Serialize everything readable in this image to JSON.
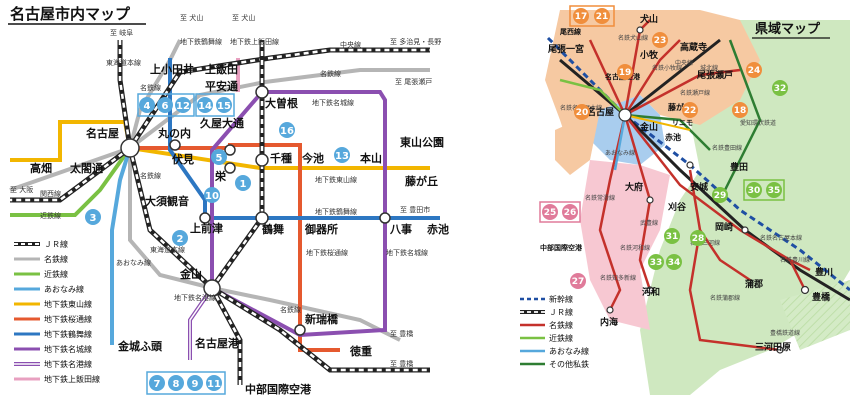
{
  "left_map": {
    "title": "名古屋市内マップ",
    "legend": [
      {
        "label": "ＪＲ線",
        "color": "#222222",
        "style": "rail"
      },
      {
        "label": "名鉄線",
        "color": "#b5b5b5",
        "style": "solid"
      },
      {
        "label": "近鉄線",
        "color": "#7ac143",
        "style": "solid"
      },
      {
        "label": "あおなみ線",
        "color": "#56a8dc",
        "style": "solid"
      },
      {
        "label": "地下鉄東山線",
        "color": "#f2b600",
        "style": "solid"
      },
      {
        "label": "地下鉄桜通線",
        "color": "#e5592f",
        "style": "solid"
      },
      {
        "label": "地下鉄鶴舞線",
        "color": "#2d77c2",
        "style": "solid"
      },
      {
        "label": "地下鉄名城線",
        "color": "#8b4fb0",
        "style": "solid"
      },
      {
        "label": "地下鉄名港線",
        "color": "#8b4fb0",
        "style": "double"
      },
      {
        "label": "地下鉄上飯田線",
        "color": "#e8a0c0",
        "style": "solid"
      }
    ],
    "stations": [
      "名古屋",
      "高畑",
      "太閤通",
      "伏見",
      "丸の内",
      "久屋大通",
      "栄",
      "上小田井",
      "上飯田",
      "平安通",
      "大曽根",
      "千種",
      "今池",
      "本山",
      "東山公園",
      "藤が丘",
      "大須観音",
      "上前津",
      "鶴舞",
      "御器所",
      "八事",
      "赤池",
      "金山",
      "新瑞橋",
      "徳重",
      "名古屋港",
      "金城ふ頭",
      "中部国際空港"
    ],
    "line_labels": [
      "名鉄線",
      "東海道本線",
      "中央線",
      "名鉄線",
      "地下鉄名城線",
      "地下鉄東山線",
      "地下鉄鶴舞線",
      "地下鉄桜通線",
      "地下鉄名城線",
      "地下鉄名港線",
      "あおなみ線",
      "近鉄線",
      "関西線",
      "名鉄線",
      "東海道本線",
      "名鉄線",
      "地下鉄上飯田線",
      "地下鉄鶴舞線"
    ],
    "destinations": [
      "至 岐阜",
      "至 犬山",
      "至 犬山",
      "至 多治見・長野",
      "至 尾張瀬戸",
      "至 大阪",
      "至 豊田市",
      "至 豊橋",
      "至 豊橋"
    ],
    "badges": [
      "4",
      "6",
      "12",
      "14",
      "15",
      "16",
      "5",
      "1",
      "13",
      "10",
      "2",
      "3",
      "7",
      "8",
      "9",
      "11"
    ]
  },
  "right_map": {
    "title": "県域マップ",
    "legend": [
      {
        "label": "新幹線",
        "color": "#1f4fa3",
        "style": "dash"
      },
      {
        "label": "ＪＲ線",
        "color": "#222222",
        "style": "rail"
      },
      {
        "label": "名鉄線",
        "color": "#c4312b",
        "style": "solid"
      },
      {
        "label": "近鉄線",
        "color": "#7ac143",
        "style": "solid"
      },
      {
        "label": "あおなみ線",
        "color": "#56a8dc",
        "style": "solid"
      },
      {
        "label": "その他私鉄",
        "color": "#2e7d32",
        "style": "solid"
      }
    ],
    "region_colors": {
      "north": "#f6c9a2",
      "city": "#a9cdee",
      "chita": "#f7c8d2",
      "east": "#cfe8c0"
    },
    "places": [
      "犬山",
      "尾西線",
      "尾張一宮",
      "高蔵寺",
      "小牧",
      "名古屋空港",
      "尾張瀬戸",
      "名古屋",
      "金山",
      "藤が丘",
      "赤池",
      "大府",
      "刈谷",
      "安城",
      "岡崎",
      "豊田",
      "蒲郡",
      "豊川",
      "豊橋",
      "三河田原",
      "中部国際空港",
      "河和",
      "内海",
      "リニモ"
    ],
    "line_labels": [
      "名鉄犬山線",
      "名鉄小牧線",
      "名鉄名古屋本線",
      "名鉄瀬戸線",
      "あおなみ線",
      "名鉄常滑線",
      "武豊線",
      "名鉄河和線",
      "名鉄知多新線",
      "中央線",
      "名鉄三河線",
      "名鉄名古屋本線",
      "名鉄蒲郡線",
      "名鉄豊川線",
      "豊橋鉄道線",
      "名鉄豊田線",
      "城北線",
      "愛知環状鉄道"
    ],
    "badges": [
      "17",
      "21",
      "23",
      "19",
      "20",
      "24",
      "18",
      "22",
      "32",
      "29",
      "30",
      "35",
      "31",
      "28",
      "33",
      "34",
      "25",
      "26",
      "27"
    ]
  }
}
